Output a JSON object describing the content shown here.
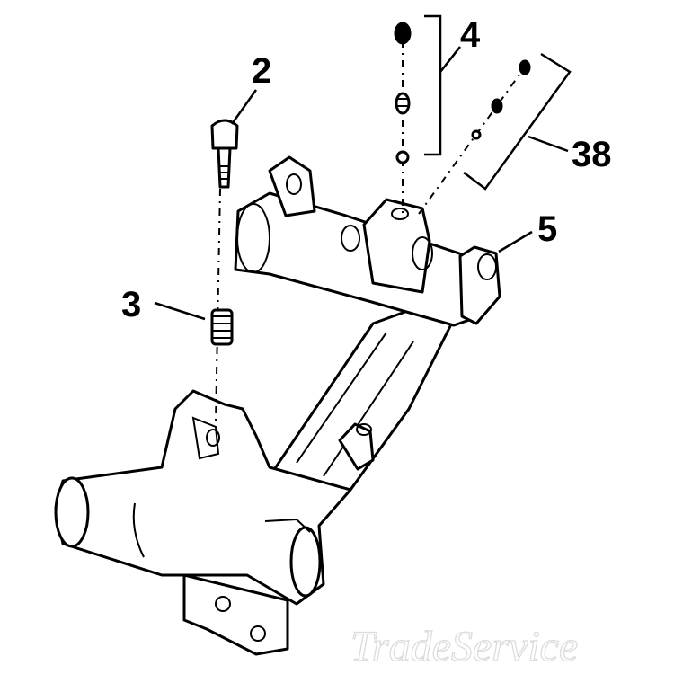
{
  "diagram": {
    "callouts": [
      {
        "id": "screw",
        "label": "2"
      },
      {
        "id": "spring",
        "label": "3"
      },
      {
        "id": "detent-kit",
        "label": "4"
      },
      {
        "id": "shaft",
        "label": "5"
      },
      {
        "id": "ball-kit",
        "label": "38"
      }
    ],
    "watermark": "TradeService",
    "colors": {
      "line": "#000000",
      "background": "#ffffff",
      "watermark": "#dcdcdc"
    }
  }
}
